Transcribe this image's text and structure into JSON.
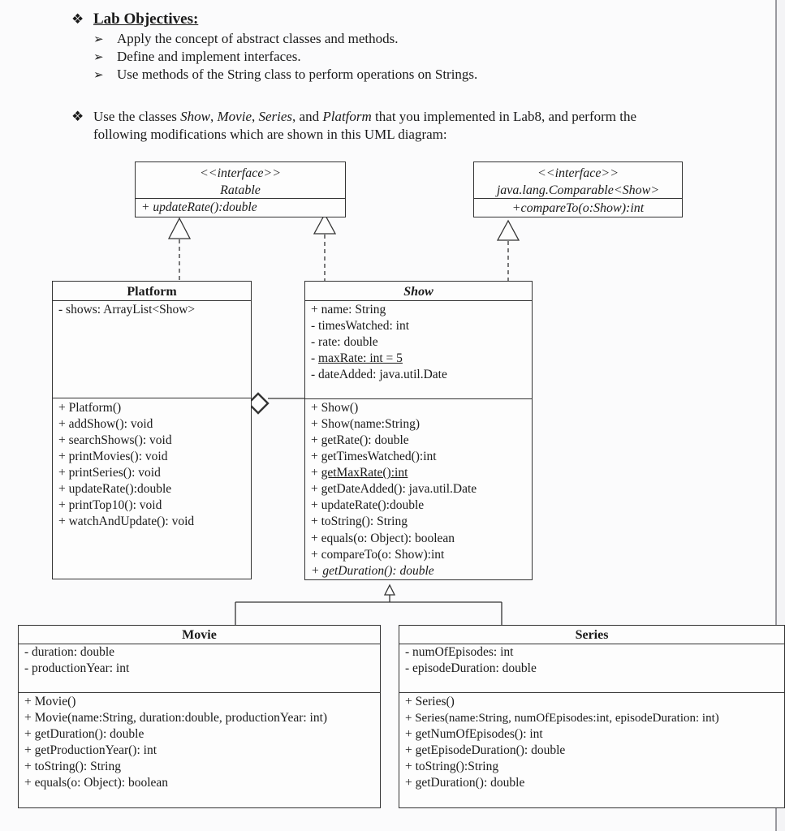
{
  "objectives": {
    "bullet": "❖",
    "heading": "Lab Objectives:",
    "arrow": "➢",
    "items": [
      "Apply the concept of abstract classes and methods.",
      "Define and implement interfaces.",
      "Use methods of the String class to perform operations on Strings."
    ]
  },
  "intro": {
    "bullet": "❖",
    "line1_start": "Use the classes ",
    "class_show": "Show",
    "comma1": ", ",
    "class_movie": "Movie",
    "comma2": ", ",
    "class_series": "Series",
    "and_text": ", and ",
    "class_platform": "Platform",
    "line1_end": " that you implemented in Lab8, and perform the",
    "line2": "following modifications which are shown in this UML diagram:"
  },
  "uml": {
    "ratable": {
      "stereotype": "<<interface>>",
      "name": "Ratable",
      "methods": [
        "+ updateRate():double"
      ]
    },
    "comparable": {
      "stereotype": "<<interface>>",
      "name": "java.lang.Comparable<Show>",
      "methods": [
        "+compareTo(o:Show):int"
      ]
    },
    "platform": {
      "name": "Platform",
      "attributes": [
        "- shows: ArrayList<Show>"
      ],
      "methods": [
        "+ Platform()",
        "+ addShow(): void",
        "+ searchShows(): void",
        "+ printMovies(): void",
        "+ printSeries(): void",
        "+ updateRate():double",
        "+ printTop10(): void",
        "+ watchAndUpdate(): void"
      ]
    },
    "show": {
      "name": "Show",
      "attributes": [
        "+ name: String",
        "- timesWatched: int",
        "- rate: double",
        "- ",
        "maxRate: int = 5",
        "- dateAdded: java.util.Date"
      ],
      "methods": [
        "+ Show()",
        "+ Show(name:String)",
        "+ getRate(): double",
        "+ getTimesWatched():int",
        "+ ",
        "getMaxRate():int",
        "+ getDateAdded(): java.util.Date",
        "+ updateRate():double",
        "+ toString(): String",
        "+ equals(o: Object): boolean",
        "+ compareTo(o: Show):int",
        "+ getDuration(): double"
      ]
    },
    "movie": {
      "name": "Movie",
      "attributes": [
        "- duration: double",
        "- productionYear: int"
      ],
      "methods": [
        "+ Movie()",
        "+ Movie(name:String, duration:double, productionYear: int)",
        "+ getDuration(): double",
        "+ getProductionYear(): int",
        "+ toString(): String",
        "+ equals(o: Object): boolean"
      ]
    },
    "series": {
      "name": "Series",
      "attributes": [
        "- numOfEpisodes: int",
        "- episodeDuration: double"
      ],
      "methods": [
        "+ Series()",
        "+ Series(name:String, numOfEpisodes:int, episodeDuration: int)",
        "+ getNumOfEpisodes(): int",
        "+ getEpisodeDuration(): double",
        "+ toString():String",
        "+ getDuration(): double"
      ]
    }
  }
}
